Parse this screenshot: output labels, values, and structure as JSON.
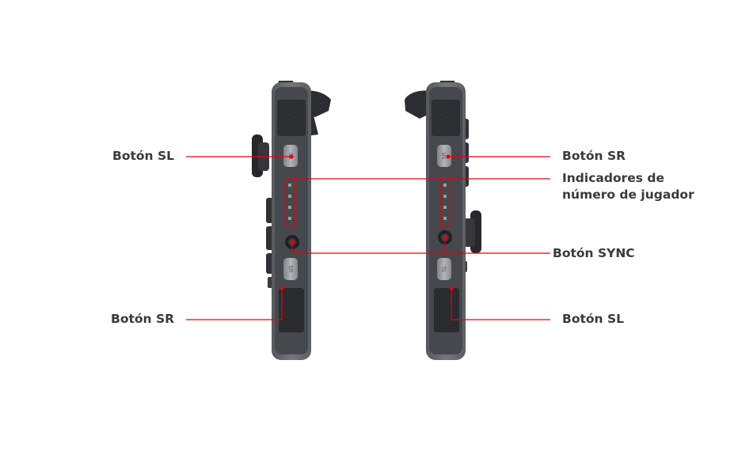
{
  "labels": {
    "left_sl": "Botón SL",
    "left_sr": "Botón SR",
    "right_sr": "Botón SR",
    "player_indicators_line1": "Indicadores de",
    "player_indicators_line2": "número de jugador",
    "sync": "Botón SYNC",
    "right_sl": "Botón SL"
  },
  "button_marks": {
    "sl": "SL",
    "sr": "SR"
  },
  "colors": {
    "background": "#ffffff",
    "callout_line": "#e60012",
    "label_text": "#3a3a3a",
    "rail_body": "#6c6f73",
    "rail_inner": "#3c3f43",
    "button_face": "#9a9da1"
  }
}
